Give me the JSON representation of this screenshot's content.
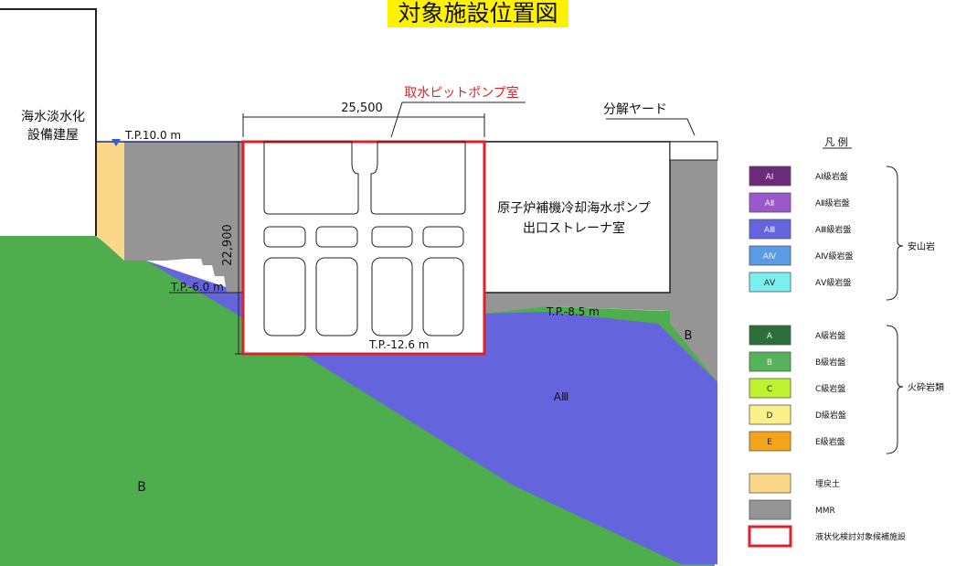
{
  "title": "対象施設位置図",
  "labels": {
    "desalination_bldg_line1": "海水淡水化",
    "desalination_bldg_line2": "設備建屋",
    "intake_pit": "取水ピットポンプ室",
    "disassembly_yard": "分解ヤード",
    "strainer_room_line1": "原子炉補機冷却海水ポンプ",
    "strainer_room_line2": "出口ストレーナ室",
    "width_dim": "25,500",
    "height_dim": "22,900",
    "tp_top": "T.P.10.0 m",
    "tp_left": "T.P.-6.0 m",
    "tp_right": "T.P.-8.5 m",
    "tp_bottom": "T.P.-12.6 m",
    "zone_b_right": "B",
    "zone_b_left": "B",
    "zone_a3": "AⅢ"
  },
  "legend": {
    "heading": "凡 例",
    "group_andesite": "安山岩",
    "group_pyroclastic": "火砕岩類",
    "items": [
      {
        "code": "AⅠ",
        "desc": "AⅠ級岩盤",
        "color": "#6b2a7a"
      },
      {
        "code": "AⅡ",
        "desc": "AⅡ級岩盤",
        "color": "#9b57cc"
      },
      {
        "code": "AⅢ",
        "desc": "AⅢ級岩盤",
        "color": "#6464dc"
      },
      {
        "code": "AⅣ",
        "desc": "AⅣ級岩盤",
        "color": "#5a9be6"
      },
      {
        "code": "AⅤ",
        "desc": "AⅤ級岩盤",
        "color": "#7deef0"
      },
      {
        "code": "A",
        "desc": "A級岩盤",
        "color": "#2c6e3a"
      },
      {
        "code": "B",
        "desc": "B級岩盤",
        "color": "#55b45a"
      },
      {
        "code": "C",
        "desc": "C級岩盤",
        "color": "#bff22e"
      },
      {
        "code": "D",
        "desc": "D級岩盤",
        "color": "#fbf08a"
      },
      {
        "code": "E",
        "desc": "E級岩盤",
        "color": "#f4a51c"
      },
      {
        "code": "",
        "desc": "埋戻土",
        "color": "#fbd889"
      },
      {
        "code": "",
        "desc": "MMR",
        "color": "#959595"
      },
      {
        "code": "",
        "desc": "液状化検討対象候補施設",
        "color": "#ffffff"
      }
    ]
  },
  "colors": {
    "green_b": "#4eae4e",
    "blue_a3": "#6464dc",
    "mmr": "#959595",
    "backfill": "#fbd889",
    "target_outline": "#e0202a",
    "title_highlight": "#fff200"
  }
}
